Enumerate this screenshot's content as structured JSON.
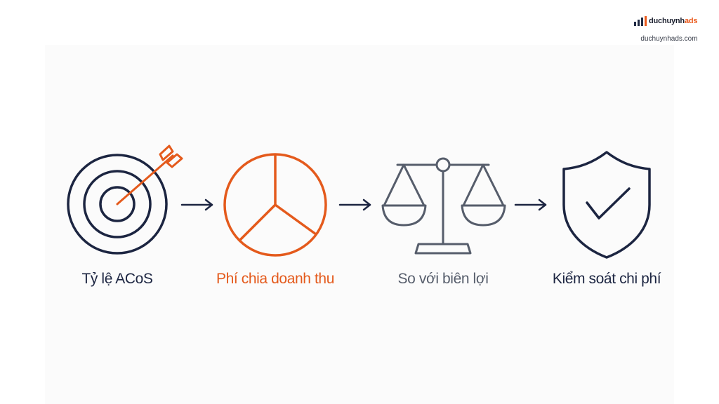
{
  "brand": {
    "name_main": "duchuynh",
    "name_accent": "ads",
    "url": "duchuynhads.com"
  },
  "steps": [
    {
      "label": "Tỷ lệ ACoS",
      "icon": "target-icon"
    },
    {
      "label": "Phí chia doanh thu",
      "icon": "pie-icon"
    },
    {
      "label": "So với biên lợi",
      "icon": "scale-icon"
    },
    {
      "label": "Kiểm soát chi phí",
      "icon": "shield-check-icon"
    }
  ],
  "colors": {
    "navy": "#1c2541",
    "orange": "#e45a1c",
    "gray": "#565d6b",
    "background": "#fbfbfb"
  }
}
